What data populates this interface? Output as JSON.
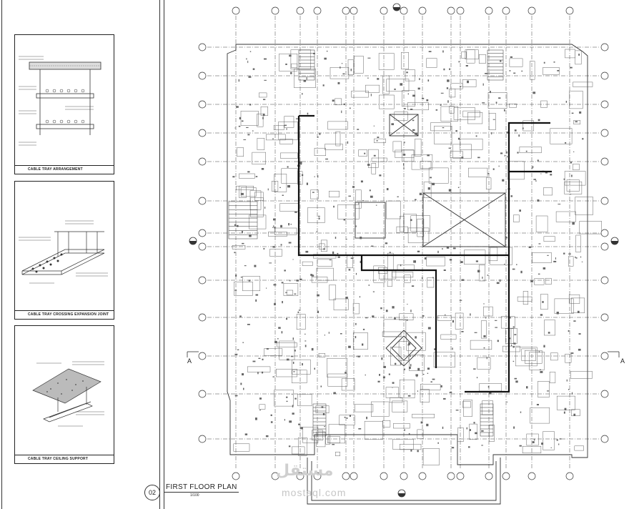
{
  "details": [
    {
      "caption": "CABLE TRAY ARRANGEMENT"
    },
    {
      "caption": "CABLE TRAY CROSSING EXPANSION JOINT"
    },
    {
      "caption": "CABLE TRAY CEILING SUPPORT"
    }
  ],
  "plan": {
    "title": "FIRST  FLOOR PLAN",
    "number": "02",
    "scale": "1/100",
    "section_left": "A",
    "section_right": "A"
  },
  "watermark": {
    "arabic": "مستقل",
    "latin": "mostaql.com"
  },
  "colors": {
    "line": "#333333",
    "cable_route": "#111111",
    "background": "#ffffff"
  }
}
